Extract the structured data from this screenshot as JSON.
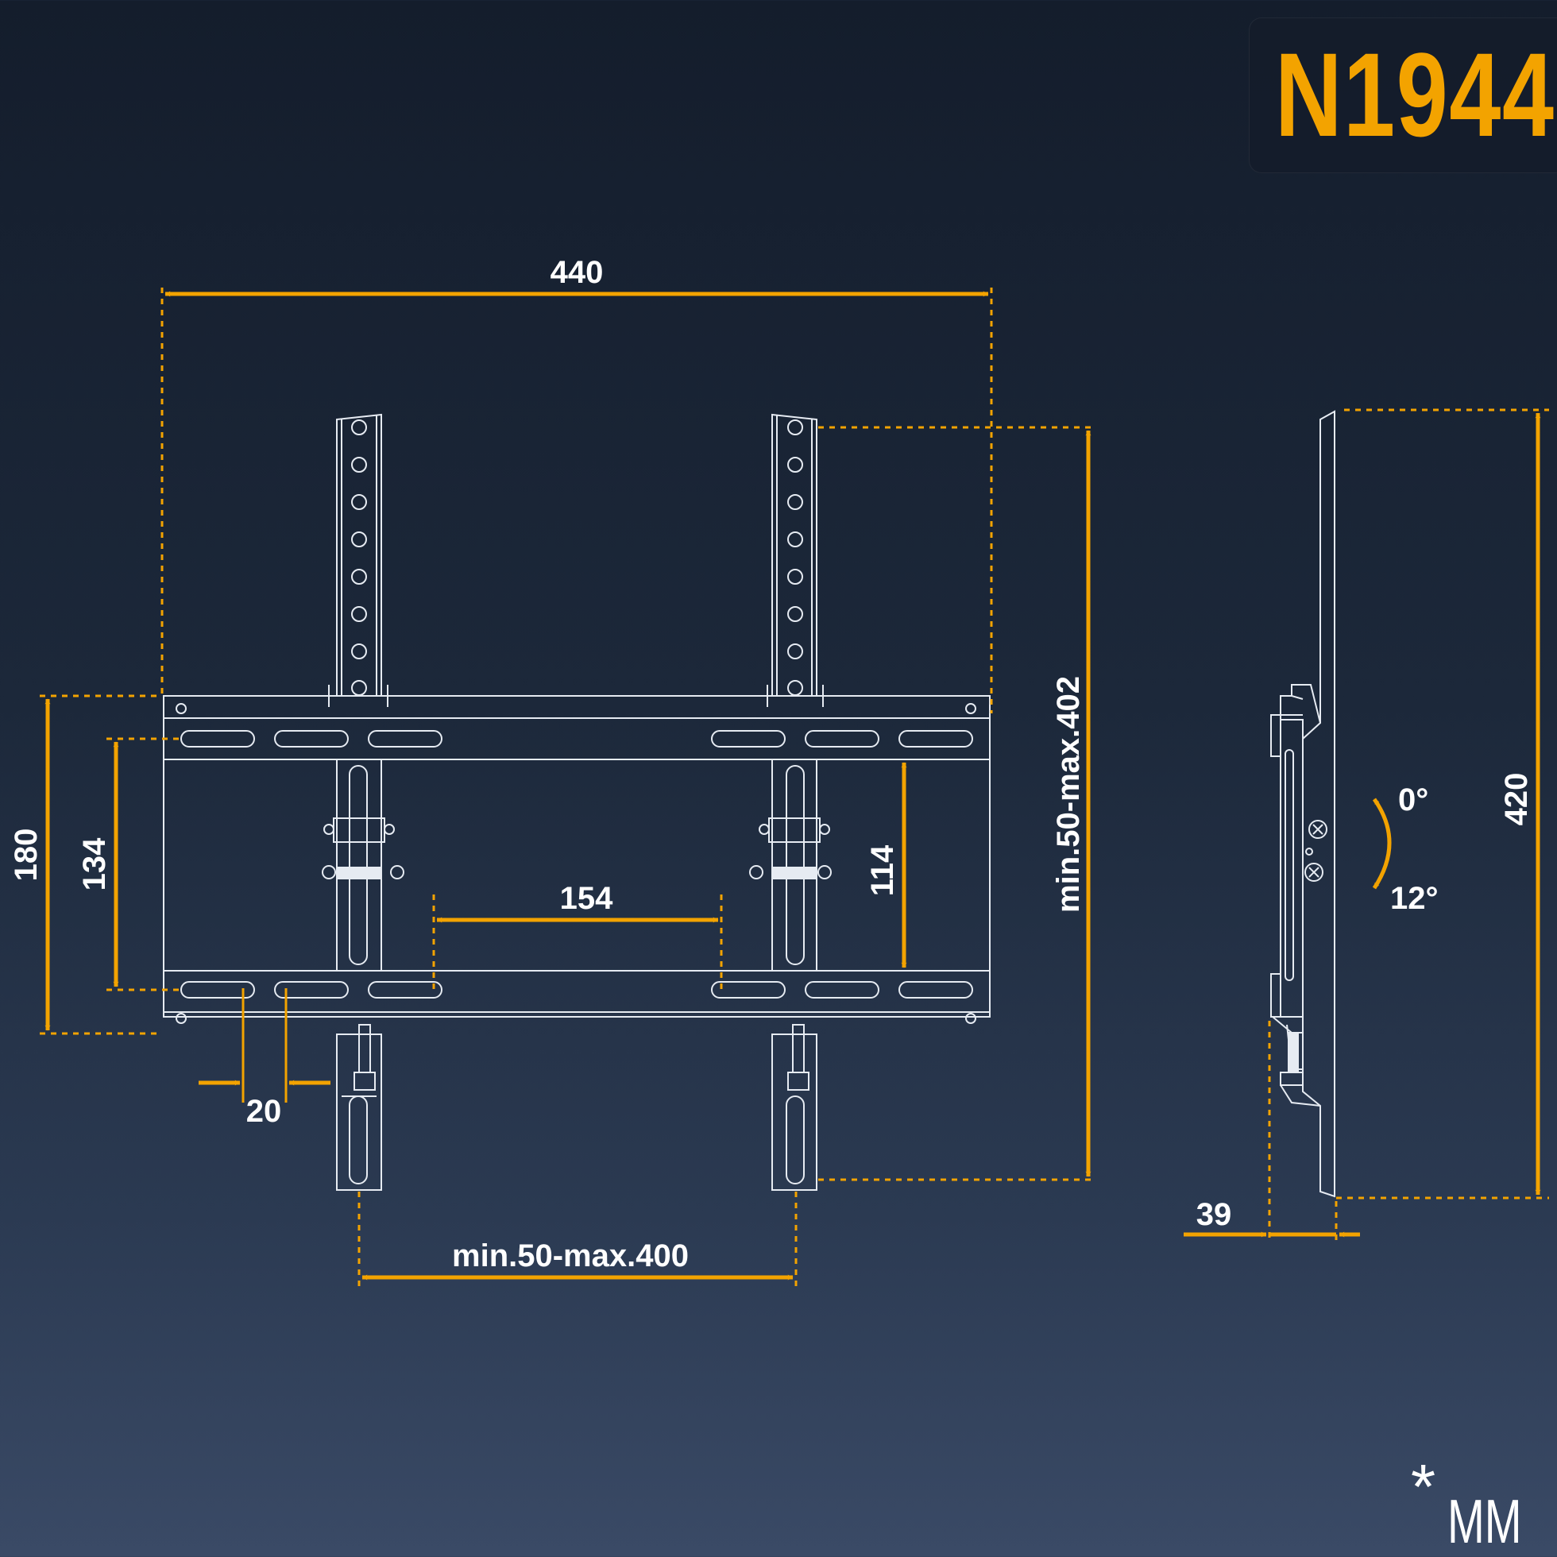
{
  "model": "N1944",
  "unit_mark": "*",
  "unit": "MM",
  "dimensions": {
    "overall_width": "440",
    "plate_height": "180",
    "rail_spacing": "134",
    "slot_span": "154",
    "slot_height": "114",
    "slot_pitch": "20",
    "vesa_horizontal": "min.50-max.400",
    "vesa_vertical": "min.50-max.402",
    "side_height": "420",
    "wall_distance": "39"
  },
  "tilt": {
    "min": "0°",
    "max": "12°"
  },
  "colors": {
    "accent": "#f3a300",
    "line": "#ffffff",
    "background_top": "#141d2c",
    "background_bottom": "#3a4a66"
  }
}
